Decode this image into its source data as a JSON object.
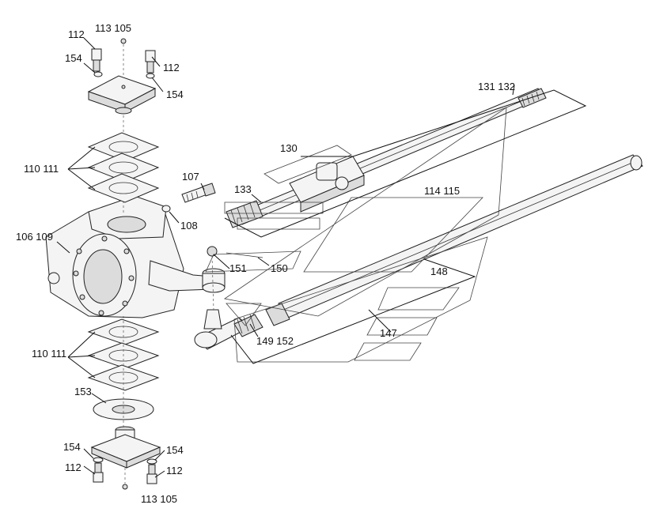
{
  "labels": {
    "l112_tl": "112",
    "l113_105_top": "113  105",
    "l154_tl": "154",
    "l112_tr": "112",
    "l154_tr": "154",
    "l110_111_top": "110 111",
    "l107": "107",
    "l108": "108",
    "l106_109": "106 109",
    "l130": "130",
    "l131_132": "131 132",
    "l133": "133",
    "l114_115": "114 115",
    "l151": "151",
    "l150": "150",
    "l148": "148",
    "l147": "147",
    "l149_152": "149 152",
    "l110_111_bot": "110 111",
    "l153": "153",
    "l154_bl": "154",
    "l154_br": "154",
    "l112_bl": "112",
    "l112_br": "112",
    "l113_105_bot": "113  105"
  }
}
